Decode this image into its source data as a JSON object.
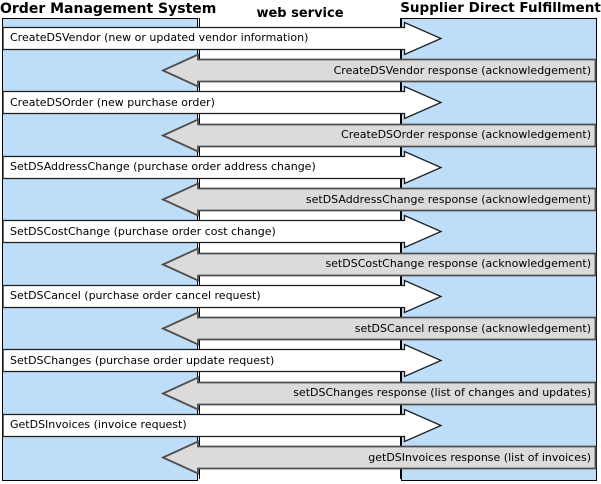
{
  "headers": {
    "left": "Order Management System",
    "center": "web service",
    "right": "Supplier Direct Fulfillment"
  },
  "colors": {
    "lifeline_blue": "#BDDDF8",
    "lane_white": "#FFFFFF",
    "request_fill": "#FFFFFF",
    "request_stroke": "#1F1F1F",
    "response_fill": "#DBDBDB",
    "response_stroke": "#4F4F4F",
    "panel_border": "#000000"
  },
  "diagram": {
    "messages": [
      {
        "direction": "request",
        "label": "CreateDSVendor (new or updated vendor information)"
      },
      {
        "direction": "response",
        "label": "CreateDSVendor response (acknowledgement)"
      },
      {
        "direction": "request",
        "label": "CreateDSOrder (new purchase order)"
      },
      {
        "direction": "response",
        "label": "CreateDSOrder response (acknowledgement)"
      },
      {
        "direction": "request",
        "label": "SetDSAddressChange (purchase order address change)"
      },
      {
        "direction": "response",
        "label": "setDSAddressChange response (acknowledgement)"
      },
      {
        "direction": "request",
        "label": "SetDSCostChange (purchase order cost change)"
      },
      {
        "direction": "response",
        "label": "setDSCostChange response (acknowledgement)"
      },
      {
        "direction": "request",
        "label": "SetDSCancel (purchase order cancel request)"
      },
      {
        "direction": "response",
        "label": "setDSCancel response (acknowledgement)"
      },
      {
        "direction": "request",
        "label": "SetDSChanges (purchase order update request)"
      },
      {
        "direction": "response",
        "label": "setDSChanges response (list of changes and updates)"
      },
      {
        "direction": "request",
        "label": "GetDSInvoices (invoice request)"
      },
      {
        "direction": "response",
        "label": "getDSInvoices response (list of invoices)"
      }
    ]
  }
}
